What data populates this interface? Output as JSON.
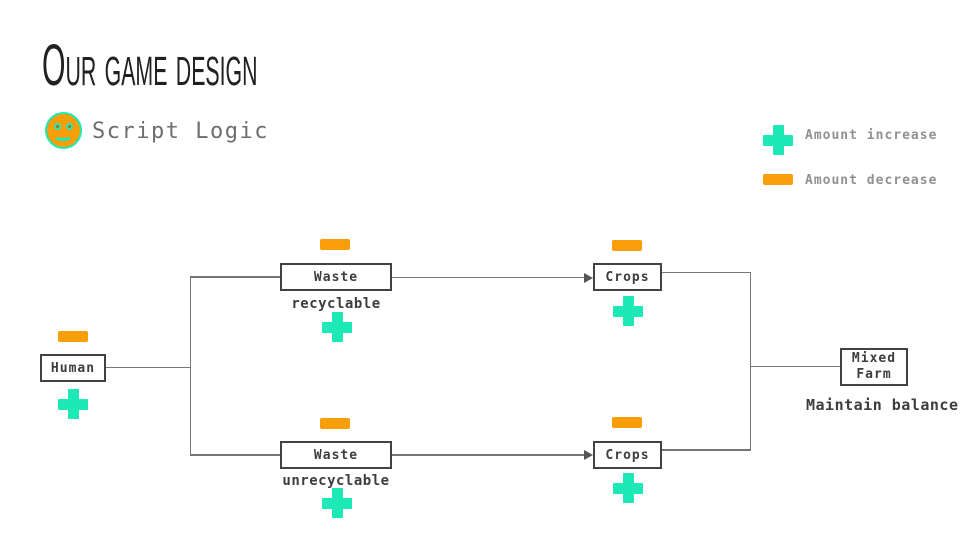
{
  "slide": {
    "title": "Our game design",
    "subtitle": "Script Logic"
  },
  "legend": {
    "increase": {
      "icon": "plus-icon",
      "label": "Amount increase"
    },
    "decrease": {
      "icon": "minus-icon",
      "label": "Amount decrease"
    }
  },
  "diagram": {
    "human": {
      "label": "Human"
    },
    "waste_recyclable": {
      "label": "Waste",
      "sublabel": "recyclable"
    },
    "crops_top": {
      "label": "Crops"
    },
    "waste_unrecyclable": {
      "label": "Waste",
      "sublabel": "unrecyclable"
    },
    "crops_bottom": {
      "label": "Crops"
    },
    "mixed_farm": {
      "line1": "Mixed",
      "line2": "Farm",
      "sublabel": "Maintain balance"
    }
  },
  "colors": {
    "increase_teal": "#1de9b6",
    "decrease_orange": "#f99e0b",
    "connector_gray": "#757575",
    "box_border": "#424242",
    "label_dark": "#3d3d3d",
    "legend_text_gray": "#919191",
    "subtitle_gray": "#6e6e6e",
    "title_dark": "#212121",
    "smiley_fill": "#f99e0b",
    "smiley_outline": "#1de9b6"
  }
}
